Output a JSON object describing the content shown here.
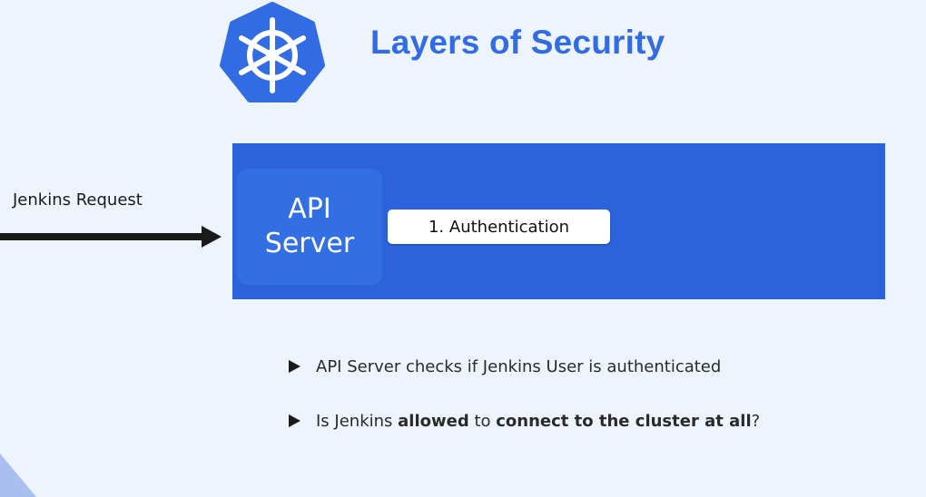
{
  "title": "Layers of Security",
  "logo_icon": "kubernetes-helm-wheel-icon",
  "request_label": "Jenkins Request",
  "api_server": {
    "line1": "API",
    "line2": "Server"
  },
  "auth_step": "1. Authentication",
  "bullets": [
    {
      "parts": [
        {
          "text": "API Server checks if Jenkins User is authenticated",
          "bold": false
        }
      ]
    },
    {
      "parts": [
        {
          "text": "Is Jenkins ",
          "bold": false
        },
        {
          "text": "allowed",
          "bold": true
        },
        {
          "text": " to ",
          "bold": false
        },
        {
          "text": "connect to the cluster at all",
          "bold": true
        },
        {
          "text": "?",
          "bold": false
        }
      ]
    }
  ],
  "colors": {
    "brand_blue": "#326ce5",
    "band_blue": "#2c62dc",
    "background": "#eef4fd"
  }
}
